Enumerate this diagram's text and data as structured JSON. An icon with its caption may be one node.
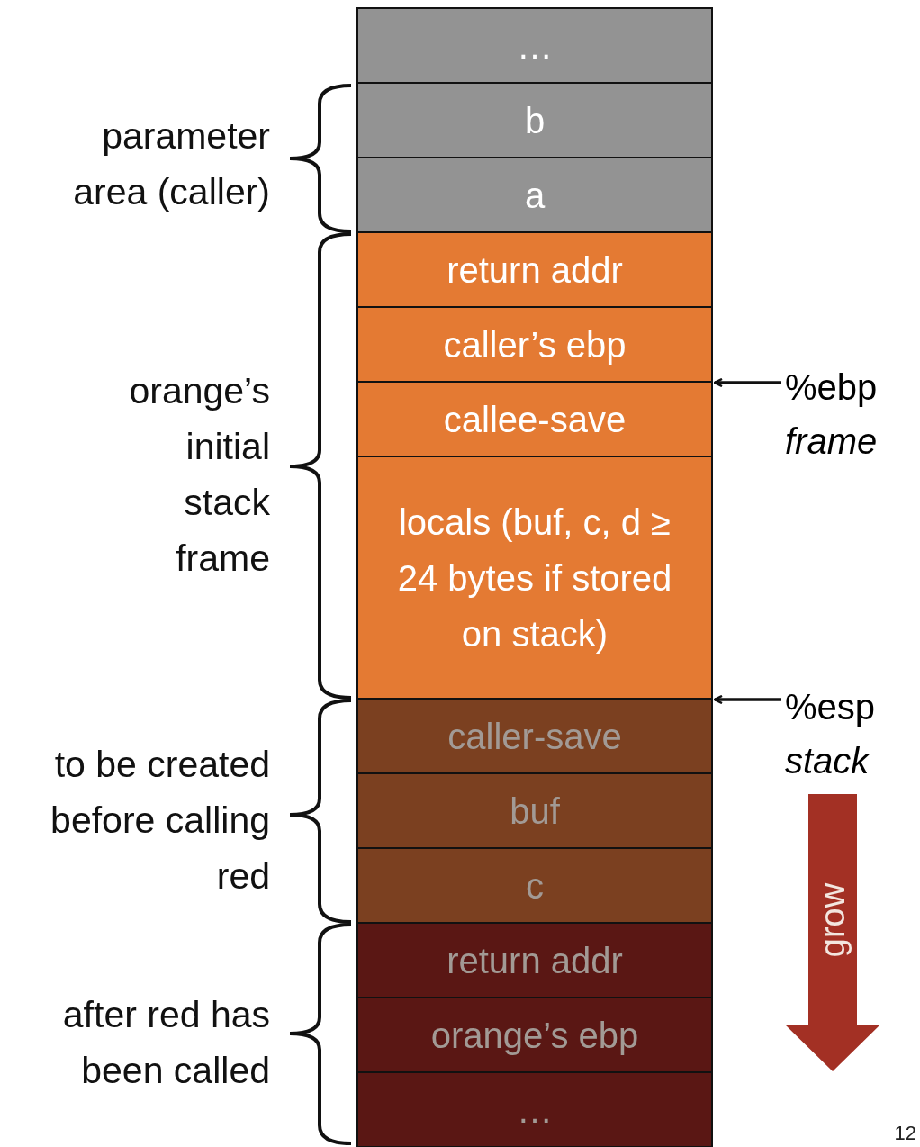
{
  "diagram": {
    "nodes": [
      {
        "text": [
          "…"
        ]
      },
      {
        "text": [
          "b"
        ]
      },
      {
        "text": [
          "a"
        ]
      },
      {
        "text": [
          "return addr"
        ]
      },
      {
        "text": [
          "caller’s ebp"
        ]
      },
      {
        "text": [
          "callee-save"
        ]
      },
      {
        "text": [
          "locals (buf, c, d ≥ 24 bytes if stored on stack)"
        ]
      },
      {
        "text": [
          "caller-save"
        ]
      },
      {
        "text": [
          "buf"
        ]
      },
      {
        "text": [
          "c"
        ]
      },
      {
        "text": [
          "return addr"
        ]
      },
      {
        "text": [
          "orange’s ebp"
        ]
      },
      {
        "text": [
          "…"
        ]
      },
      {
        "text": [
          "%ebp",
          "frame"
        ]
      },
      {
        "text": [
          "%esp",
          "stack"
        ]
      }
    ],
    "edges": [
      {
        "from": 13,
        "to": 5,
        "arrow": "to"
      },
      {
        "from": 14,
        "to": 7,
        "arrow": "to"
      }
    ],
    "labels": [
      "parameter area (caller)",
      "orange’s initial stack frame",
      "to be created before calling red",
      "after red has been called",
      "grow",
      "12"
    ]
  }
}
